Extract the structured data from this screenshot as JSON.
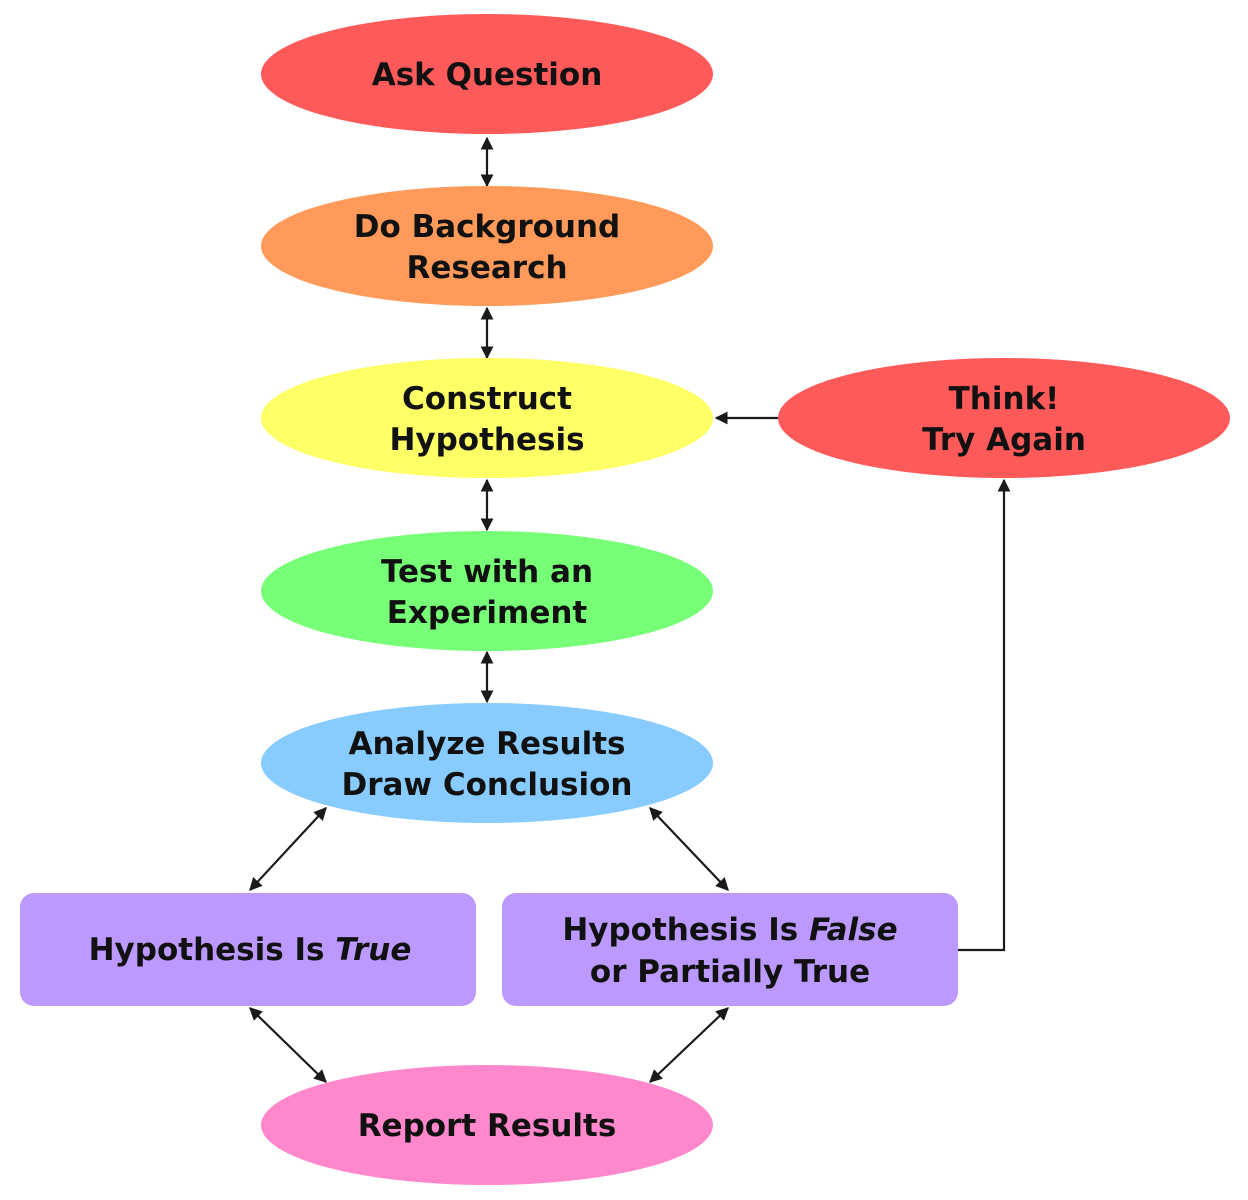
{
  "diagram": {
    "nodes": {
      "ask_question": {
        "lines": [
          "Ask Question"
        ],
        "color": "#ff5a5a"
      },
      "background_research": {
        "lines": [
          "Do Background",
          "Research"
        ],
        "color": "#ff9a5a"
      },
      "construct_hypothesis": {
        "lines": [
          "Construct",
          "Hypothesis"
        ],
        "color": "#ffff66"
      },
      "test_experiment": {
        "lines": [
          "Test with an",
          "Experiment"
        ],
        "color": "#77ff77"
      },
      "analyze_results": {
        "lines": [
          "Analyze Results",
          "Draw Conclusion"
        ],
        "color": "#88ccff"
      },
      "hypothesis_true": {
        "lines": [
          "Hypothesis Is ",
          "True"
        ],
        "color": "#bb99ff"
      },
      "hypothesis_false": {
        "lines": [
          "Hypothesis Is ",
          "False",
          "or Partially True"
        ],
        "color": "#bb99ff"
      },
      "think_try_again": {
        "lines": [
          "Think!",
          "Try Again"
        ],
        "color": "#ff5a5a"
      },
      "report_results": {
        "lines": [
          "Report Results"
        ],
        "color": "#ff88cc"
      }
    }
  }
}
